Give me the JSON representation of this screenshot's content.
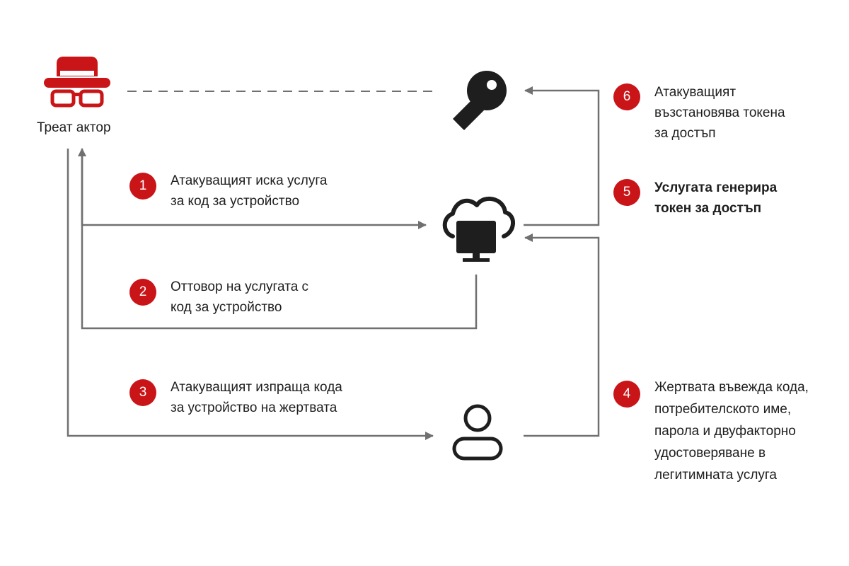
{
  "actor": {
    "label": "Треат актор"
  },
  "steps": [
    {
      "number": "1",
      "text": "Атакуващият иска услуга\nза код за устройство"
    },
    {
      "number": "2",
      "text": "Оттовор на услугата с\nкод за устройство"
    },
    {
      "number": "3",
      "text": "Атакуващият изпраща кода\nза устройство на жертвата"
    },
    {
      "number": "4",
      "text": "Жертвата въвежда кода,\nпотребителското име,\nпарола и двуфакторно\nудостоверяване в\nлегитимната услуга"
    },
    {
      "number": "5",
      "text": "Услугата генерира\nтокен за достъп"
    },
    {
      "number": "6",
      "text": "Атакуващият\nвъзстановява токена\nза достъп"
    }
  ],
  "icons": [
    "threat-actor-icon",
    "key-icon",
    "cloud-computer-icon",
    "user-icon"
  ],
  "colors": {
    "accent": "#c91418",
    "icon": "#1e1e1e",
    "line": "#707070"
  }
}
